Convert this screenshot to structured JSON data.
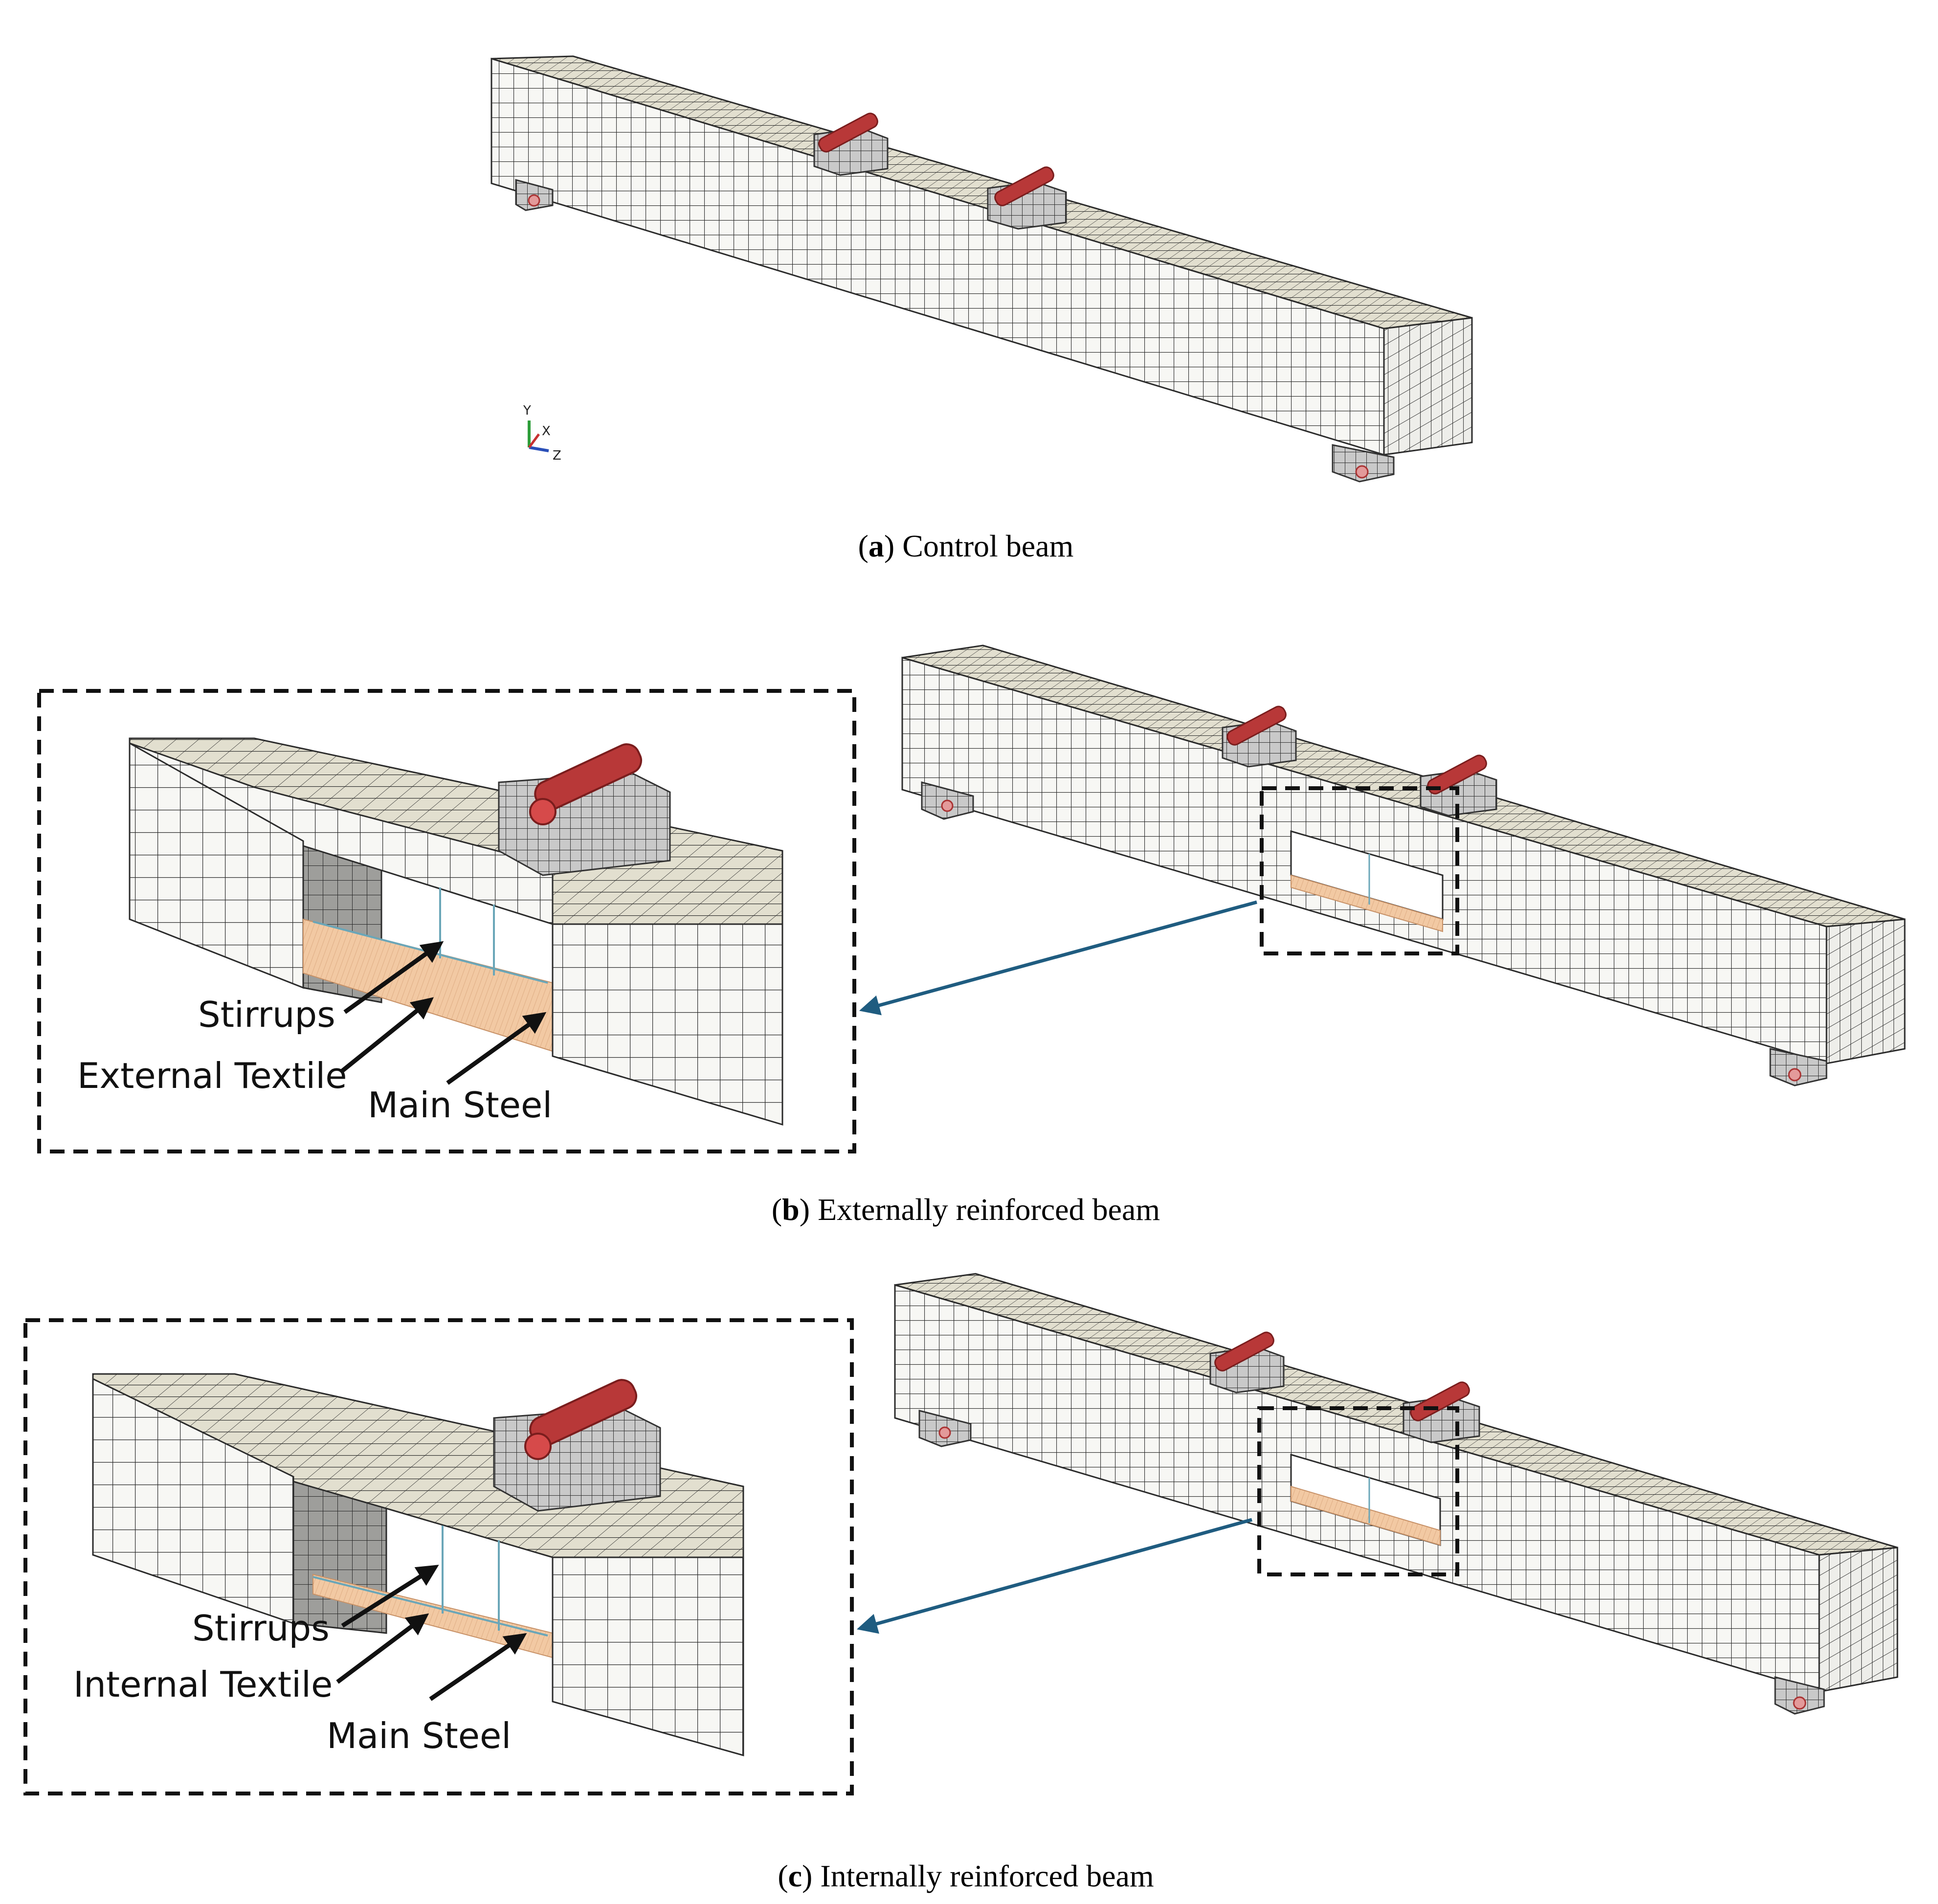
{
  "panels": [
    {
      "id": "a",
      "letter": "a",
      "caption": "Control beam"
    },
    {
      "id": "b",
      "letter": "b",
      "caption": "Externally reinforced beam",
      "callouts": [
        "Stirrups",
        "External Textile",
        "Main Steel"
      ]
    },
    {
      "id": "c",
      "letter": "c",
      "caption": "Internally reinforced beam",
      "callouts": [
        "Stirrups",
        "Internal Textile",
        "Main Steel"
      ]
    }
  ],
  "axis_triad": {
    "y": "Y",
    "x": "X",
    "z": "Z"
  },
  "colors": {
    "concrete_top": "#e2dfcf",
    "concrete_front": "#f7f7f4",
    "concrete_end": "#eeeeea",
    "mesh_line": "#2b2b2b",
    "plate": "#c9c9c9",
    "roller": "#b83838",
    "roller_dark": "#7a1d1d",
    "textile": "#f2c9a3",
    "stirrup": "#6aa6b8",
    "pointer_arrow": "#1f5c80",
    "inset_border": "#111111"
  }
}
